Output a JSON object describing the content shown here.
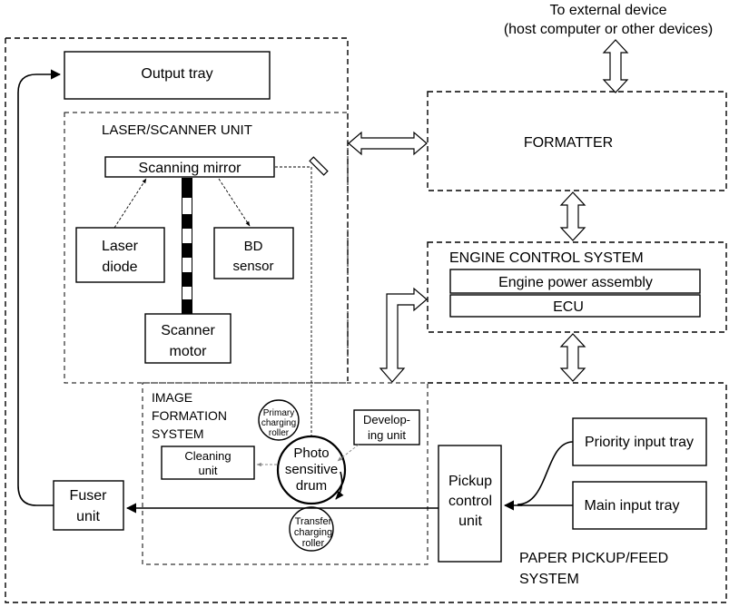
{
  "external": {
    "line1": "To external device",
    "line2": "(host computer or other devices)"
  },
  "output_tray": "Output tray",
  "laser_scanner_unit": {
    "title": "LASER/SCANNER UNIT",
    "scanning_mirror": "Scanning mirror",
    "laser_diode": [
      "Laser",
      "diode"
    ],
    "bd_sensor": [
      "BD",
      "sensor"
    ],
    "scanner_motor": [
      "Scanner",
      "motor"
    ]
  },
  "formatter": "FORMATTER",
  "engine_control_system": {
    "title": "ENGINE CONTROL SYSTEM",
    "engine_power_assembly": "Engine power assembly",
    "ecu": "ECU"
  },
  "image_formation_system": {
    "title": [
      "IMAGE",
      "FORMATION",
      "SYSTEM"
    ],
    "primary_charging_roller": [
      "Primary",
      "charging",
      "roller"
    ],
    "developing_unit": [
      "Develop-",
      "ing unit"
    ],
    "cleaning_unit": [
      "Cleaning",
      "unit"
    ],
    "photosensitive_drum": [
      "Photo",
      "sensitive",
      "drum"
    ],
    "transfer_charging_roller": [
      "Transfer",
      "charging",
      "roller"
    ]
  },
  "fuser_unit": [
    "Fuser",
    "unit"
  ],
  "paper_pickup_feed_system": {
    "title": [
      "PAPER PICKUP/FEED",
      "SYSTEM"
    ],
    "pickup_control_unit": [
      "Pickup",
      "control",
      "unit"
    ],
    "priority_input_tray": "Priority input tray",
    "main_input_tray": "Main input tray"
  }
}
